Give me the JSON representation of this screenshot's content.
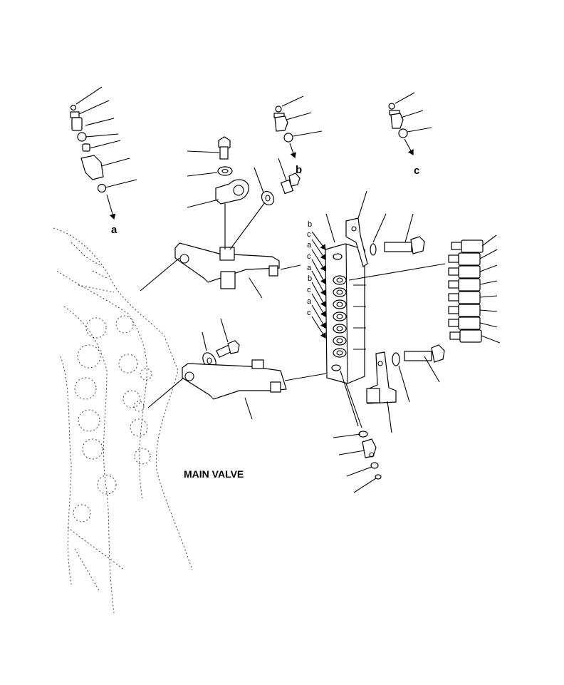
{
  "diagram": {
    "main_label": "MAIN VALVE",
    "connection_markers": [
      "a",
      "b",
      "c"
    ],
    "port_letters": [
      "b",
      "c",
      "a",
      "c",
      "a",
      "b",
      "c",
      "a",
      "c"
    ]
  }
}
